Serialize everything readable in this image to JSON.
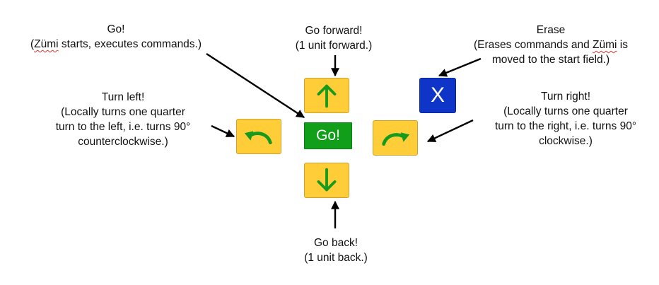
{
  "labels": {
    "go": {
      "line1": "Go!",
      "line2_pre": "(",
      "line2_mark": "Zümi",
      "line2_post": " starts, executes commands.)"
    },
    "forward": {
      "line1": "Go forward!",
      "line2": "(1 unit forward.)"
    },
    "erase": {
      "line1": "Erase",
      "line2_pre": "(Erases commands and ",
      "line2_mark": "Zümi",
      "line2_post": " is",
      "line3": "moved to the start field.)"
    },
    "left": {
      "line1": "Turn left!",
      "line2": "(Locally turns one quarter",
      "line3": "turn to the left, i.e. turns 90°",
      "line4": "counterclockwise.)"
    },
    "right": {
      "line1": "Turn right!",
      "line2": "(Locally turns one quarter",
      "line3": "turn to the right, i.e. turns 90°",
      "line4": "clockwise.)"
    },
    "back": {
      "line1": "Go back!",
      "line2": "(1 unit back.)"
    }
  },
  "buttons": {
    "go_label": "Go!",
    "erase_label": "X"
  },
  "colors": {
    "button_yellow": "#ffcd38",
    "arrow_green": "#159a1d",
    "go_green": "#119e19",
    "erase_blue": "#0e35c7"
  }
}
